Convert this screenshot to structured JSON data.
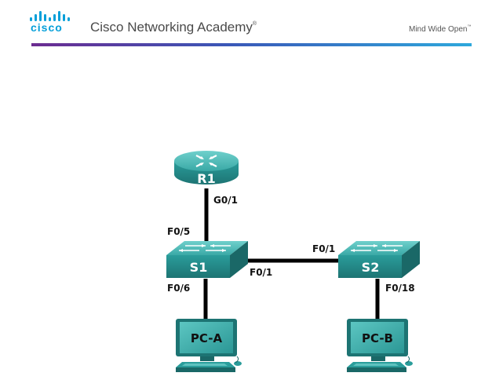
{
  "header": {
    "logo_text": "cisco",
    "title": "Cisco Networking Academy",
    "title_mark": "®",
    "tagline": "Mind Wide Open",
    "tagline_mark": "™",
    "colors": {
      "logo": "#049fd9",
      "bar_start": "#6c2c91",
      "bar_end": "#2ea8dc"
    }
  },
  "topology": {
    "devices": {
      "router": {
        "label": "R1",
        "icon": "router-icon"
      },
      "switch1": {
        "label": "S1",
        "icon": "switch-icon"
      },
      "switch2": {
        "label": "S2",
        "icon": "switch-icon"
      },
      "pca": {
        "label": "PC-A",
        "icon": "pc-icon"
      },
      "pcb": {
        "label": "PC-B",
        "icon": "pc-icon"
      }
    },
    "ports": {
      "r1_g01": "G0/1",
      "s1_f05": "F0/5",
      "s1_f01": "F0/1",
      "s2_f01": "F0/1",
      "s1_f06": "F0/6",
      "s2_f018": "F0/18"
    },
    "colors": {
      "device_teal": "#2a9d9b",
      "device_dark": "#1f7574",
      "device_light": "#5fc2bf",
      "link": "#000000"
    }
  }
}
